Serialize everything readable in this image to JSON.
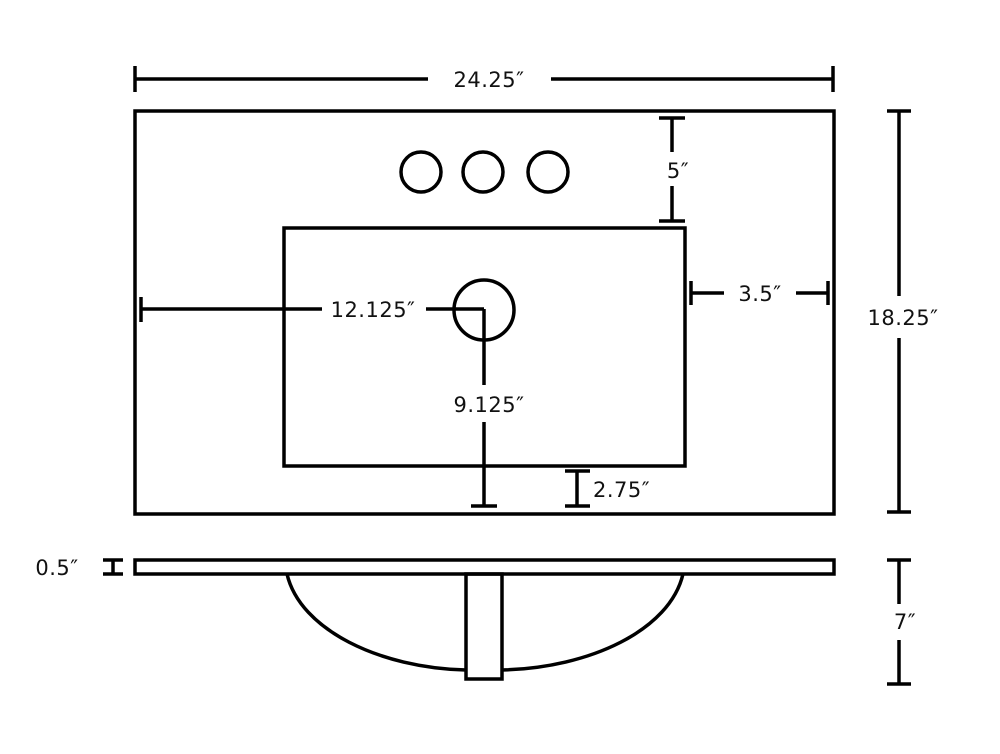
{
  "dimensions": {
    "overall_width": "24.25″",
    "overall_depth": "18.25″",
    "faucet_to_bowl": "5″",
    "bowl_to_right_edge": "3.5″",
    "drain_from_left": "12.125″",
    "drain_from_front": "9.125″",
    "bowl_to_front": "2.75″",
    "top_thickness": "0.5″",
    "bowl_depth": "7″"
  },
  "colors": {
    "line": "#000000",
    "background": "#ffffff"
  }
}
